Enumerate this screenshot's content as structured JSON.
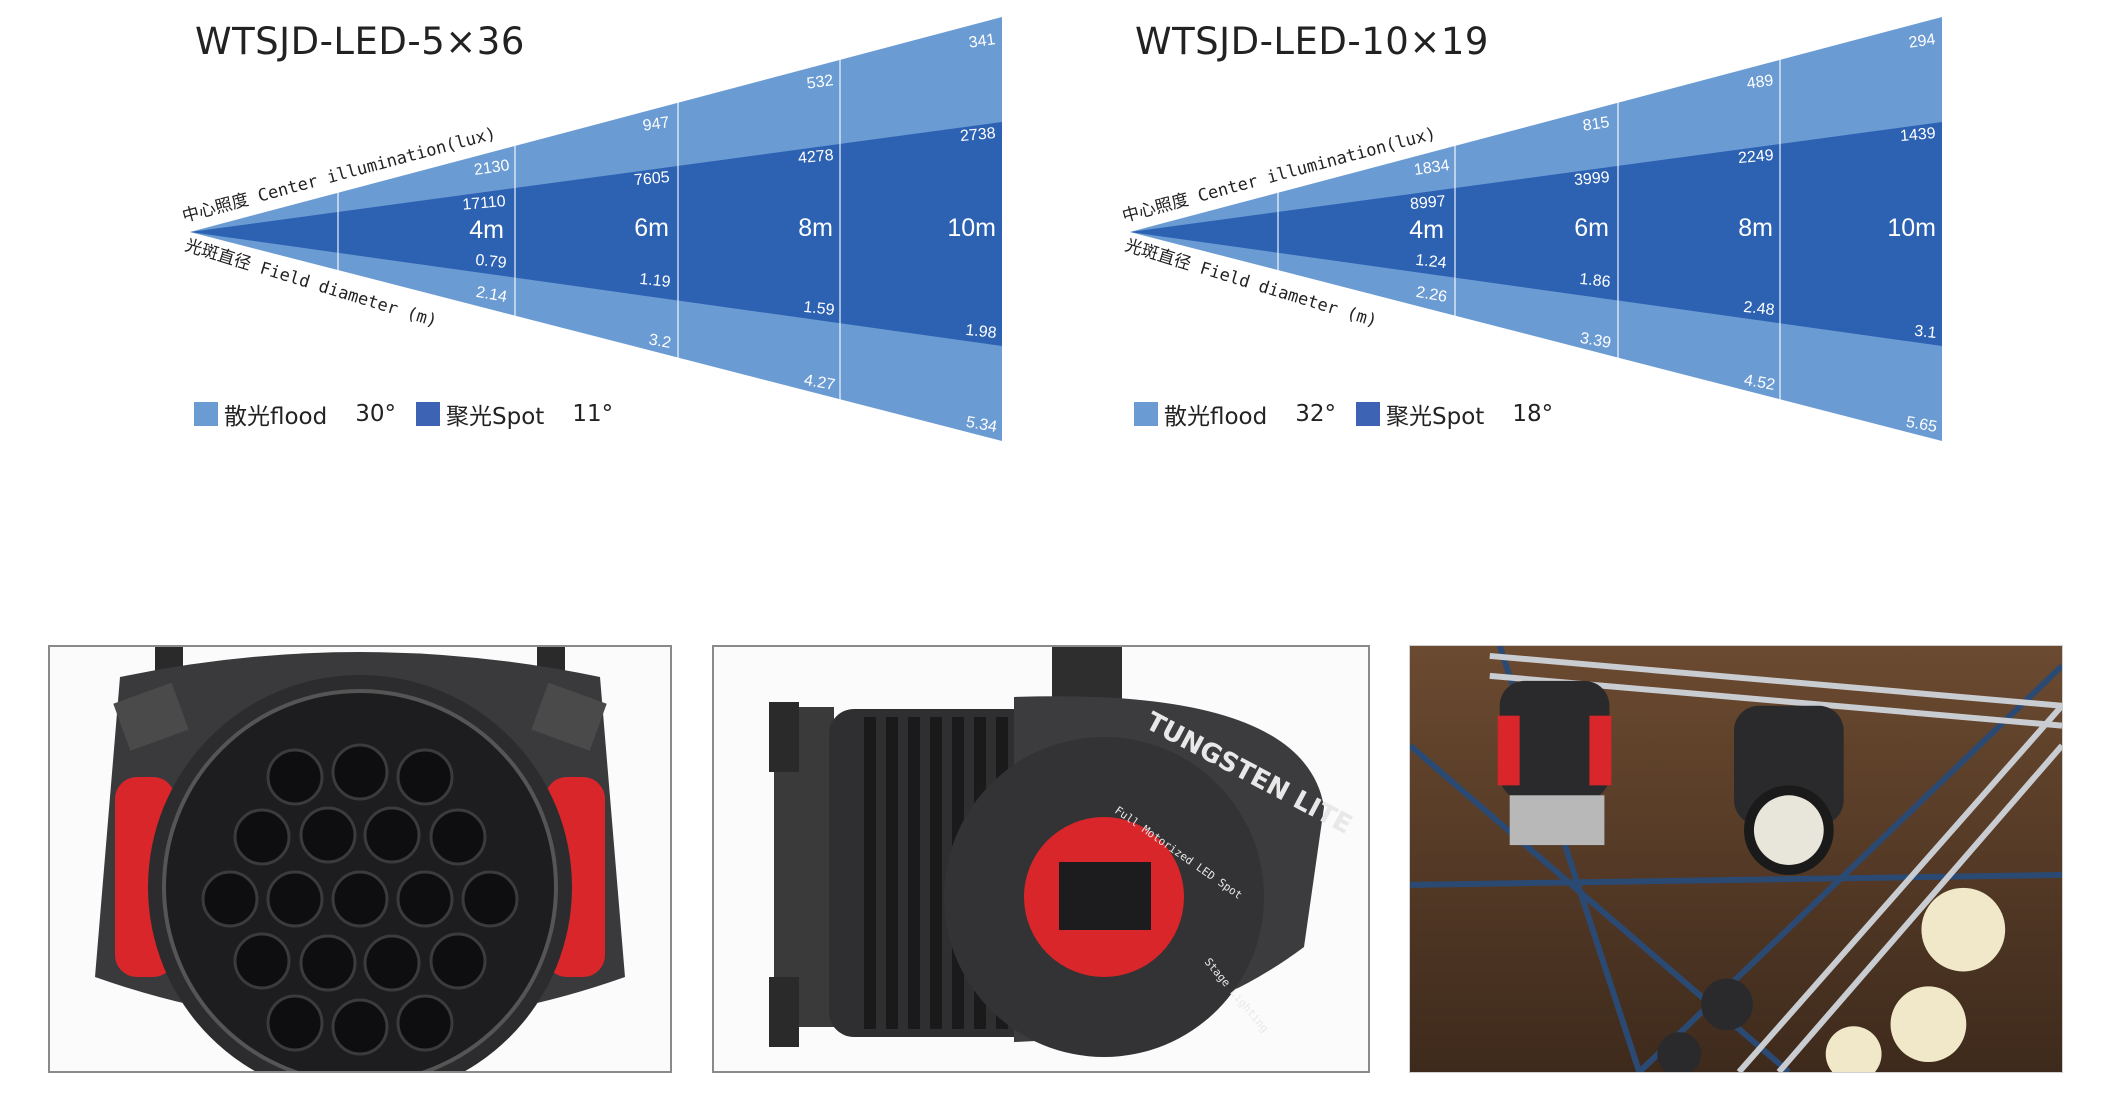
{
  "colors": {
    "flood": "#6b9bd3",
    "spot": "#2d62b3",
    "axis_text": "#222222",
    "value_text": "#ffffff"
  },
  "diagrams": [
    {
      "id": "left",
      "model": "WTSJD-LED-5×36",
      "center_label": "中心照度 Center illumination(lux)",
      "diameter_label": "光斑直径 Field diameter (m)",
      "distances": [
        "4m",
        "6m",
        "8m",
        "10m"
      ],
      "flood_lux": [
        "2130",
        "947",
        "532",
        "341"
      ],
      "spot_lux": [
        "17110",
        "7605",
        "4278",
        "2738"
      ],
      "spot_diameter": [
        "0.79",
        "1.19",
        "1.59",
        "1.98"
      ],
      "flood_diameter": [
        "2.14",
        "3.2",
        "4.27",
        "5.34"
      ],
      "legend": {
        "flood_label": "散光flood",
        "flood_angle": "30°",
        "spot_label": "聚光Spot",
        "spot_angle": "11°"
      }
    },
    {
      "id": "right",
      "model": "WTSJD-LED-10×19",
      "center_label": "中心照度 Center illumination(lux)",
      "diameter_label": "光斑直径 Field diameter (m)",
      "distances": [
        "4m",
        "6m",
        "8m",
        "10m"
      ],
      "flood_lux": [
        "1834",
        "815",
        "489",
        "294"
      ],
      "spot_lux": [
        "8997",
        "3999",
        "2249",
        "1439"
      ],
      "spot_diameter": [
        "1.24",
        "1.86",
        "2.48",
        "3.1"
      ],
      "flood_diameter": [
        "2.26",
        "3.39",
        "4.52",
        "5.65"
      ],
      "legend": {
        "flood_label": "散光flood",
        "flood_angle": "32°",
        "spot_label": "聚光Spot",
        "spot_angle": "18°"
      }
    }
  ],
  "photos": {
    "side_brand": "TUNGSTEN LITE",
    "side_caption": "Full Motorized LED Spot",
    "side_caption2": "Stage Lighting"
  }
}
